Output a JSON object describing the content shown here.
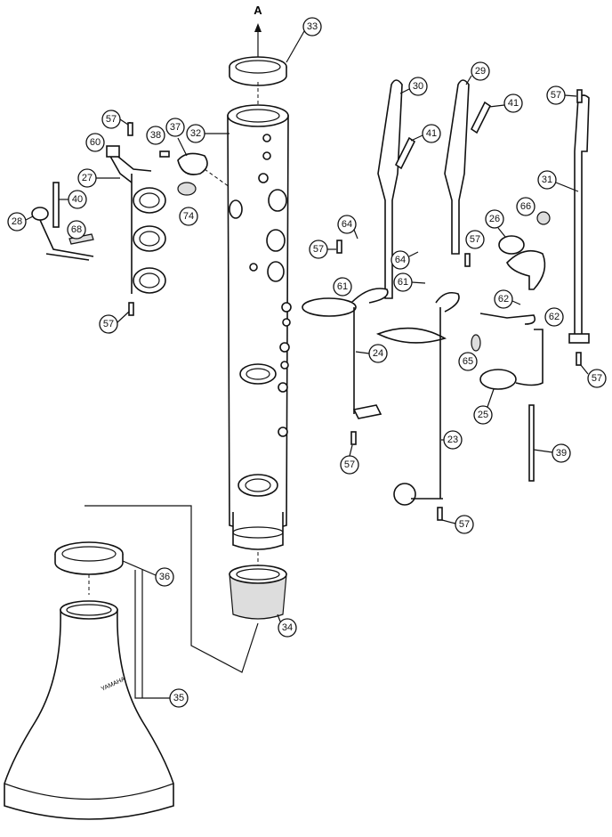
{
  "diagram": {
    "title": "Exploded parts diagram - upper joint keys and bell",
    "direction_marker": "A",
    "bell_brand": "YAMAHA",
    "callouts": [
      "33",
      "32",
      "37",
      "38",
      "57",
      "60",
      "27",
      "40",
      "28",
      "68",
      "74",
      "57",
      "30",
      "29",
      "41",
      "41",
      "64",
      "64",
      "57",
      "61",
      "61",
      "57",
      "24",
      "57",
      "23",
      "57",
      "26",
      "66",
      "62",
      "62",
      "65",
      "25",
      "39",
      "31",
      "57",
      "57",
      "36",
      "34",
      "35"
    ]
  }
}
